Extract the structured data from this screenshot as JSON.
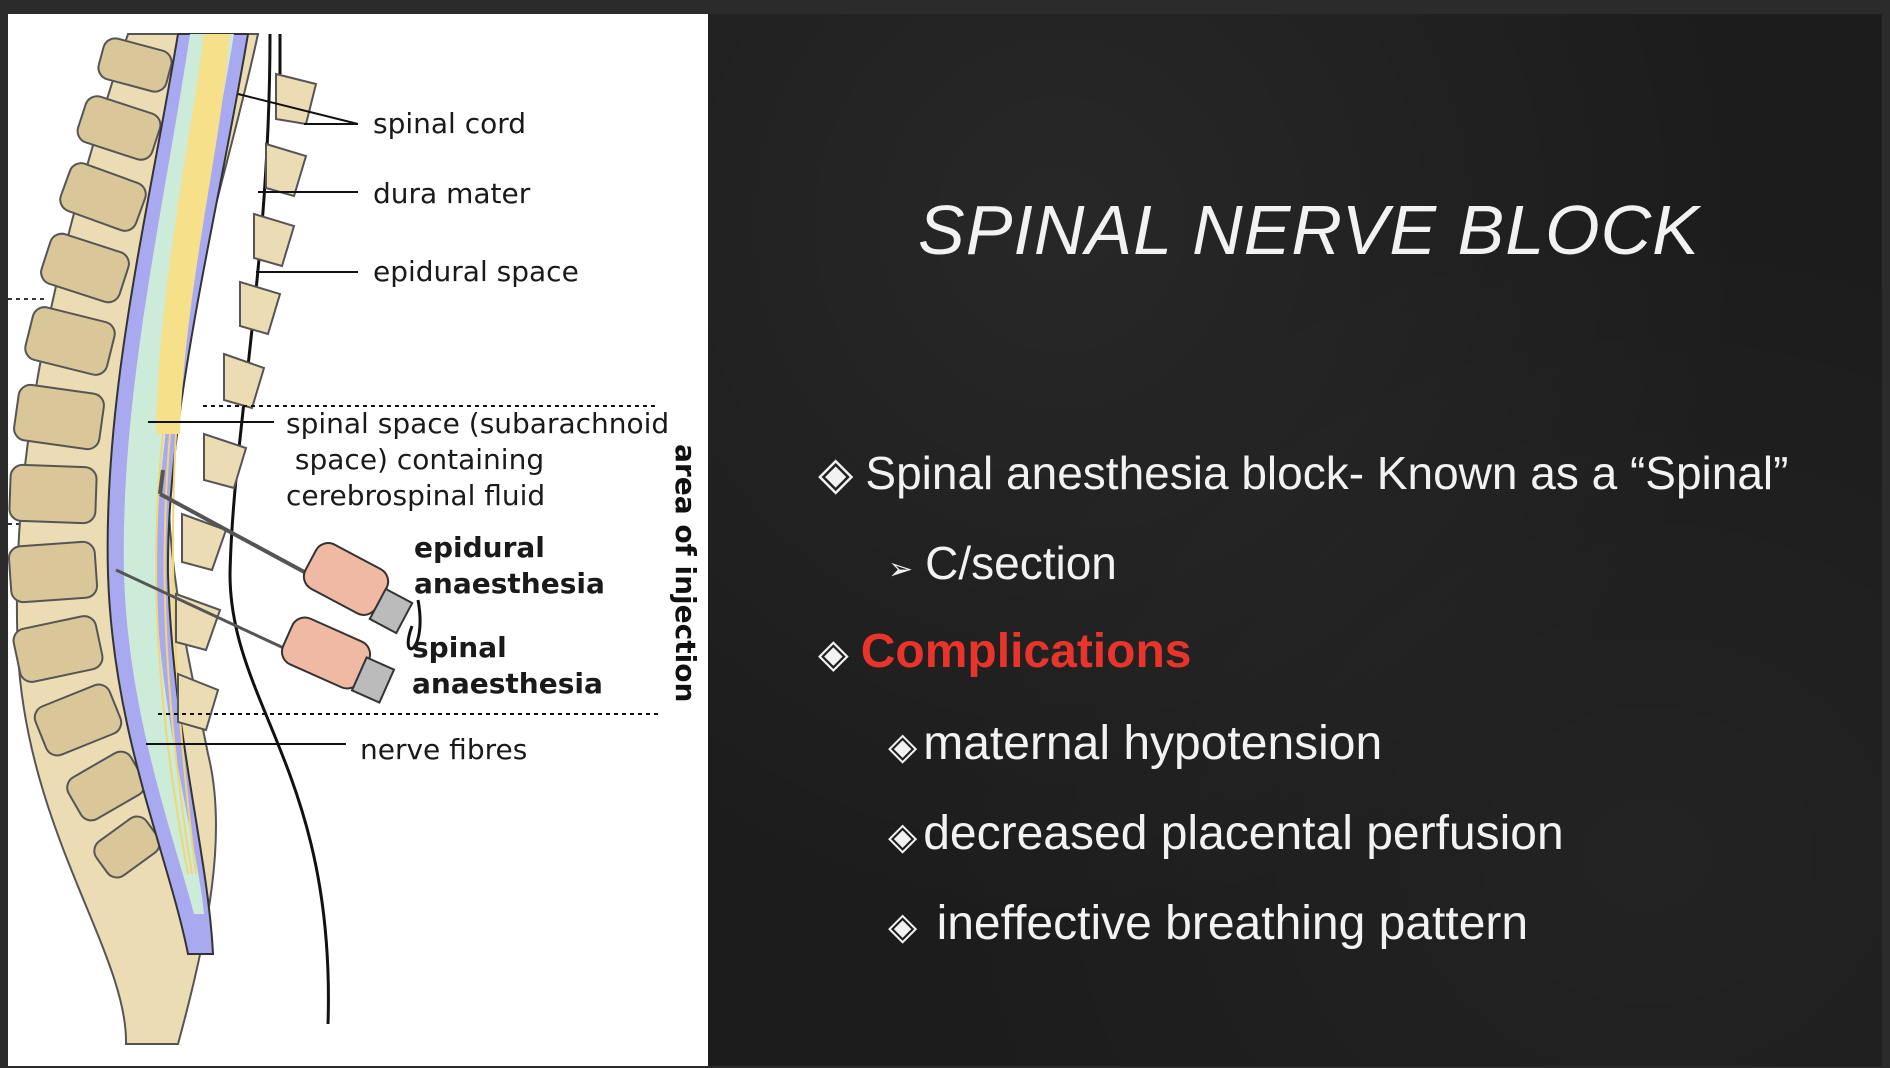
{
  "slide": {
    "title": "SPINAL NERVE BLOCK",
    "bullets": [
      {
        "marker": "◈",
        "text": "Spinal anesthesia block- Known as a “Spinal”"
      },
      {
        "marker": "➢",
        "text": "C/section"
      },
      {
        "marker": "◈",
        "text": "Complications"
      },
      {
        "marker": "◈",
        "text": "maternal hypotension"
      },
      {
        "marker": "◈",
        "text": "decreased placental perfusion"
      },
      {
        "marker": "◈",
        "text": " ineffective breathing pattern"
      }
    ],
    "accent_color": "#e8342a"
  },
  "diagram": {
    "labels": {
      "spinal_cord": "spinal cord",
      "dura_mater": "dura mater",
      "epidural_space": "epidural space",
      "spinal_space_1": "spinal space (subarachnoid",
      "spinal_space_2": " space) containing",
      "spinal_space_3": "cerebrospinal fluid",
      "epidural_1": "epidural",
      "epidural_2": "anaesthesia",
      "spinal_1": "spinal",
      "spinal_2": "anaesthesia",
      "nerve_fibres": "nerve fibres",
      "area_of_injection": "area of injection"
    },
    "colors": {
      "vertebra": "#ecdcb4",
      "dura": "#a9a9f0",
      "csf": "#cdebd9",
      "cord": "#f6e08a",
      "syringe": "#efb9a3"
    }
  }
}
